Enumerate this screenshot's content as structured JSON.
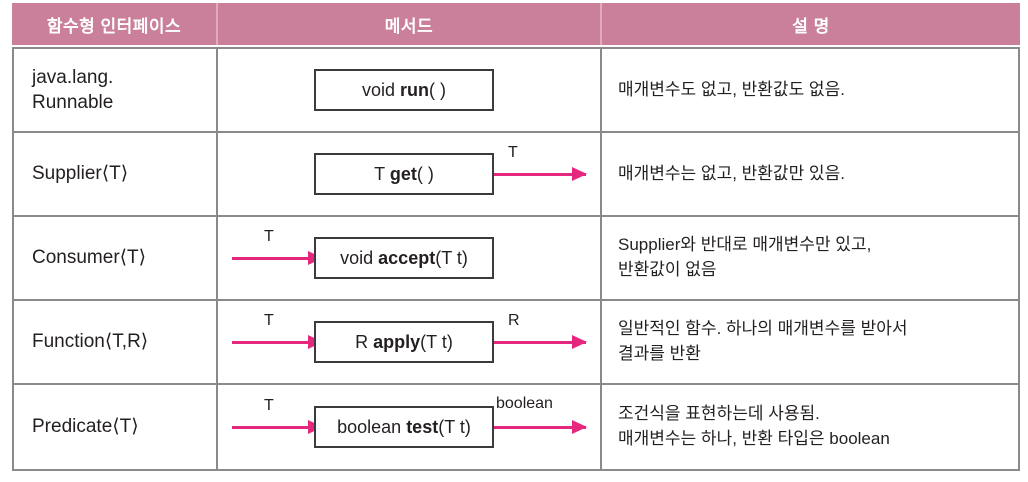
{
  "table": {
    "headers": {
      "interface": "함수형 인터페이스",
      "method": "메서드",
      "description": "설 명"
    },
    "colors": {
      "header_bg": "#ca7f9a",
      "header_text": "#ffffff",
      "arrow": "#e6277e",
      "border": "#8a8a8a",
      "box_border": "#3b3b3b",
      "body_bg": "#ffffff"
    },
    "rows": [
      {
        "interface": "java.lang.\n  Runnable",
        "method": {
          "prefix": "void ",
          "name": "run",
          "suffix": "( )"
        },
        "arrow_in": null,
        "arrow_out": null,
        "description": "매개변수도 없고, 반환값도 없음."
      },
      {
        "interface": "Supplier⟨T⟩",
        "method": {
          "prefix": "T ",
          "name": "get",
          "suffix": "( )"
        },
        "arrow_in": null,
        "arrow_out": "T",
        "description": "매개변수는 없고, 반환값만 있음."
      },
      {
        "interface": "Consumer⟨T⟩",
        "method": {
          "prefix": "void ",
          "name": "accept",
          "suffix": "(T t)"
        },
        "arrow_in": "T",
        "arrow_out": null,
        "description": "Supplier와 반대로 매개변수만 있고,\n반환값이 없음"
      },
      {
        "interface": "Function⟨T,R⟩",
        "method": {
          "prefix": "R ",
          "name": "apply",
          "suffix": "(T t)"
        },
        "arrow_in": "T",
        "arrow_out": "R",
        "description": "일반적인 함수. 하나의 매개변수를 받아서\n결과를 반환"
      },
      {
        "interface": "Predicate⟨T⟩",
        "method": {
          "prefix": "boolean ",
          "name": "test",
          "suffix": "(T t)"
        },
        "arrow_in": "T",
        "arrow_out": "boolean",
        "description": "조건식을 표현하는데 사용됨.\n매개변수는 하나, 반환 타입은 boolean"
      }
    ]
  }
}
